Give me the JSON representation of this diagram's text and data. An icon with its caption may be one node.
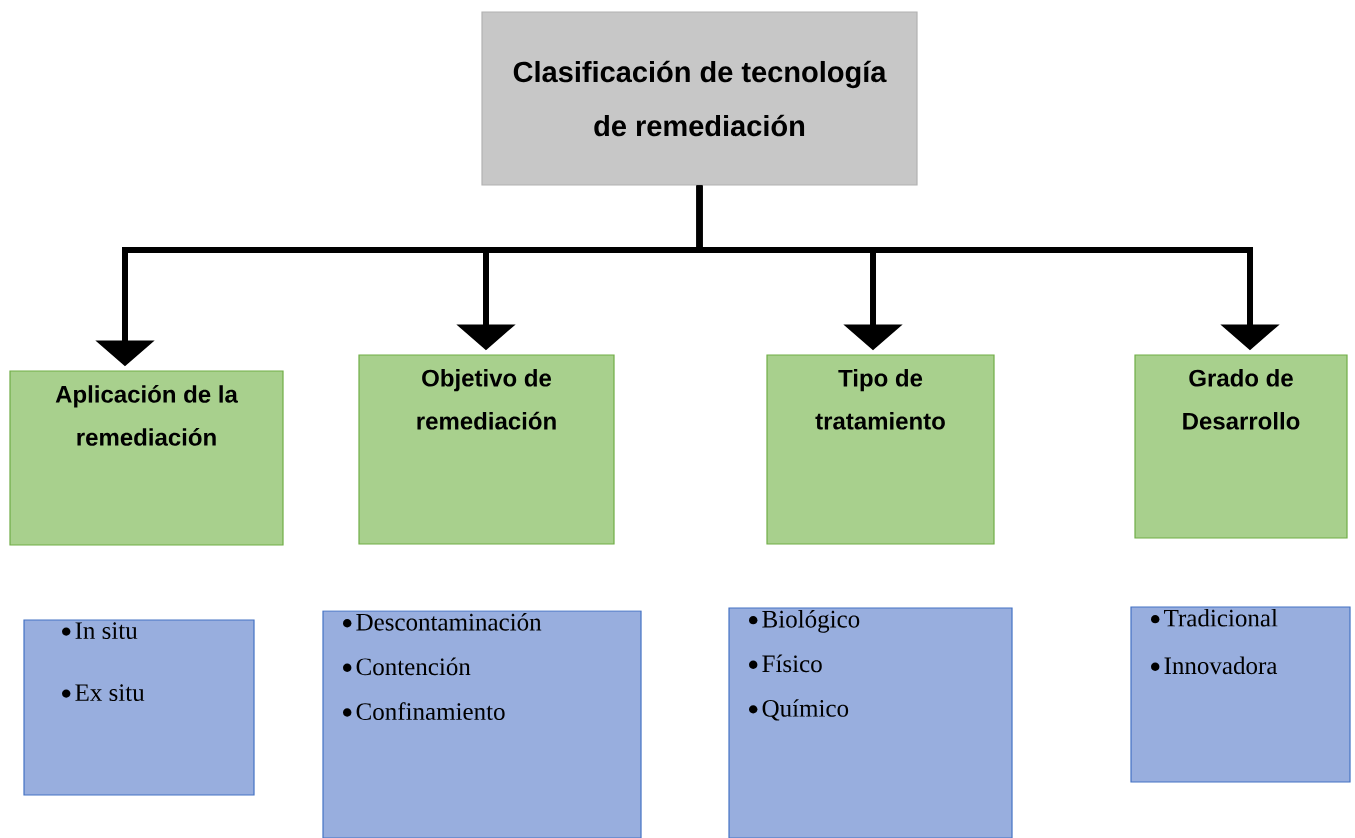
{
  "diagram": {
    "nodes": [
      {
        "text": [
          "Clasificación de tecnología de remediación"
        ]
      },
      {
        "text": [
          "Aplicación de la remediación"
        ]
      },
      {
        "text": [
          "Objetivo de remediación"
        ]
      },
      {
        "text": [
          "Tipo de tratamiento"
        ]
      },
      {
        "text": [
          "Grado de Desarrollo"
        ]
      },
      {
        "text": [
          "In situ",
          "Ex situ"
        ]
      },
      {
        "text": [
          "Descontaminación",
          "Contención",
          "Confinamiento"
        ]
      },
      {
        "text": [
          "Biológico",
          "Físico",
          "Químico"
        ]
      },
      {
        "text": [
          "Tradicional",
          "Innovadora"
        ]
      }
    ],
    "edges": [
      {
        "from": 0,
        "to": 1,
        "arrow": "to"
      },
      {
        "from": 0,
        "to": 2,
        "arrow": "to"
      },
      {
        "from": 0,
        "to": 3,
        "arrow": "to"
      },
      {
        "from": 0,
        "to": 4,
        "arrow": "to"
      }
    ]
  }
}
